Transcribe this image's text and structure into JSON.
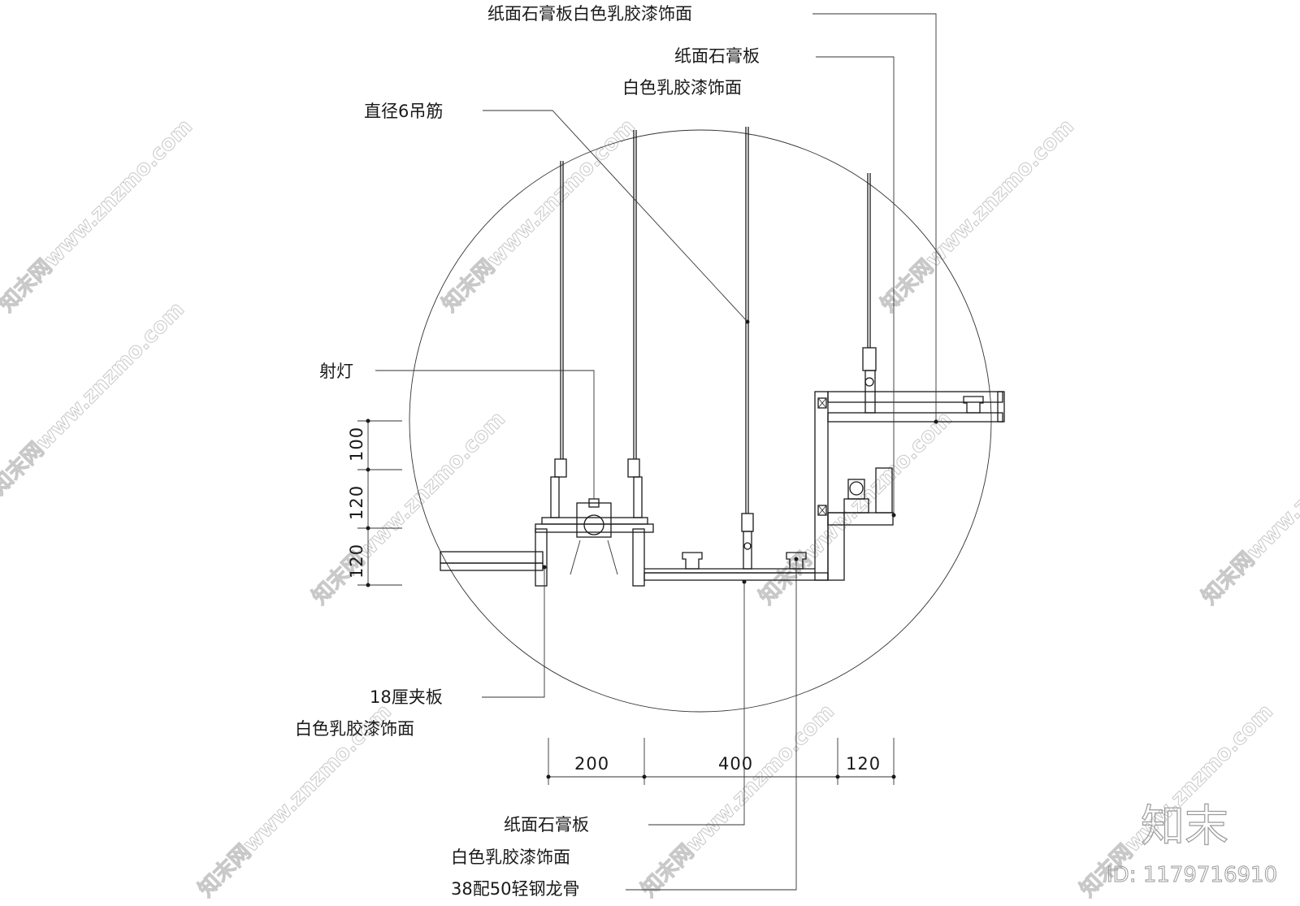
{
  "labels": {
    "top_board_finish": "纸面石膏板白色乳胶漆饰面",
    "board_2": "纸面石膏板",
    "finish_2": "白色乳胶漆饰面",
    "hanger": "直径6吊筋",
    "spotlight": "射灯",
    "plywood": "18厘夹板",
    "finish_3": "白色乳胶漆饰面",
    "board_4": "纸面石膏板",
    "finish_4": "白色乳胶漆饰面",
    "keel": "38配50轻钢龙骨"
  },
  "dimensions": {
    "vertical": [
      "100",
      "120",
      "120"
    ],
    "horizontal": [
      "200",
      "400",
      "120"
    ]
  },
  "watermark": {
    "text": "知末网www.znzmo.com",
    "brand": "知末",
    "id": "ID: 1179716910"
  }
}
